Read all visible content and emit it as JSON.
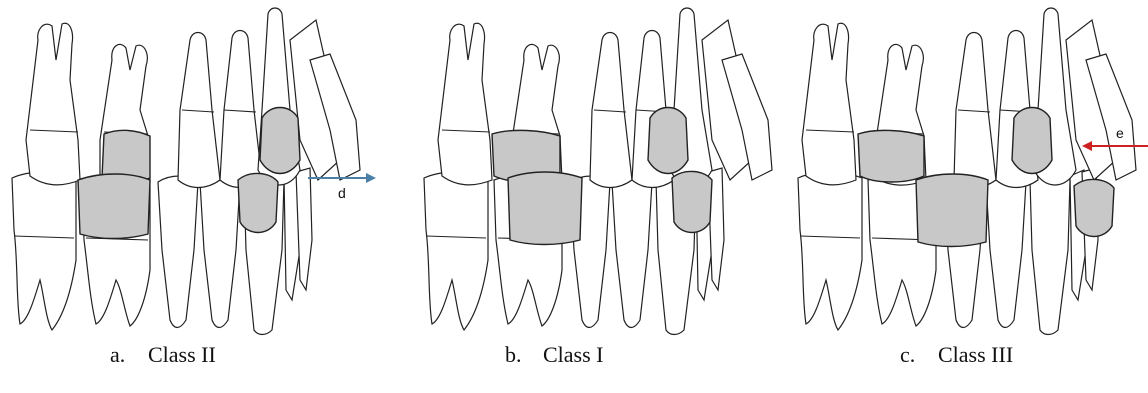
{
  "panels": [
    {
      "letter": "a.",
      "label": "Class II",
      "arrow_label": "d",
      "arrow_color": "#4a7fa8",
      "arrow_direction": "right"
    },
    {
      "letter": "b.",
      "label": "Class I",
      "arrow_label": "",
      "arrow_color": "",
      "arrow_direction": "none"
    },
    {
      "letter": "c.",
      "label": "Class III",
      "arrow_label": "e",
      "arrow_color": "#cc2222",
      "arrow_direction": "left"
    }
  ],
  "colors": {
    "shaded_tooth": "#c8c8c8",
    "outline": "#222222",
    "background": "#ffffff"
  }
}
